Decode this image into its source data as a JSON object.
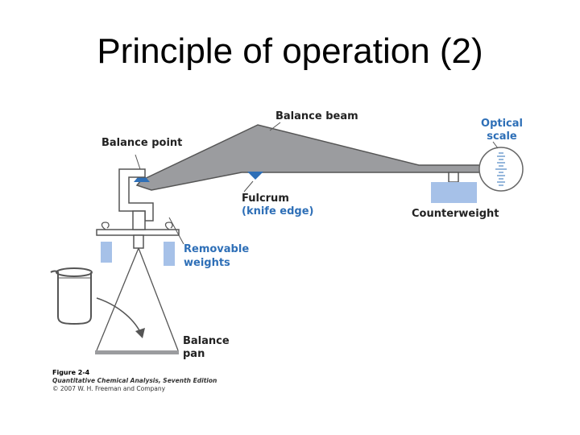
{
  "title": "Principle of operation (2)",
  "labels": {
    "balance_beam": "Balance beam",
    "balance_point": "Balance point",
    "optical_scale_1": "Optical",
    "optical_scale_2": "scale",
    "fulcrum": "Fulcrum",
    "knife_edge": "(knife edge)",
    "counterweight": "Counterweight",
    "removable_weights_1": "Removable",
    "removable_weights_2": "weights",
    "balance_pan_1": "Balance",
    "balance_pan_2": "pan"
  },
  "caption": {
    "figure": "Figure 2-4",
    "book": "Quantitative Chemical Analysis, Seventh Edition",
    "copyright": "© 2007 W. H. Freeman and Company"
  },
  "colors": {
    "beam_fill": "#9b9c9f",
    "accent_blue": "#2e6fb7",
    "weight_blue": "#a6c1e8",
    "outline": "#555555"
  }
}
